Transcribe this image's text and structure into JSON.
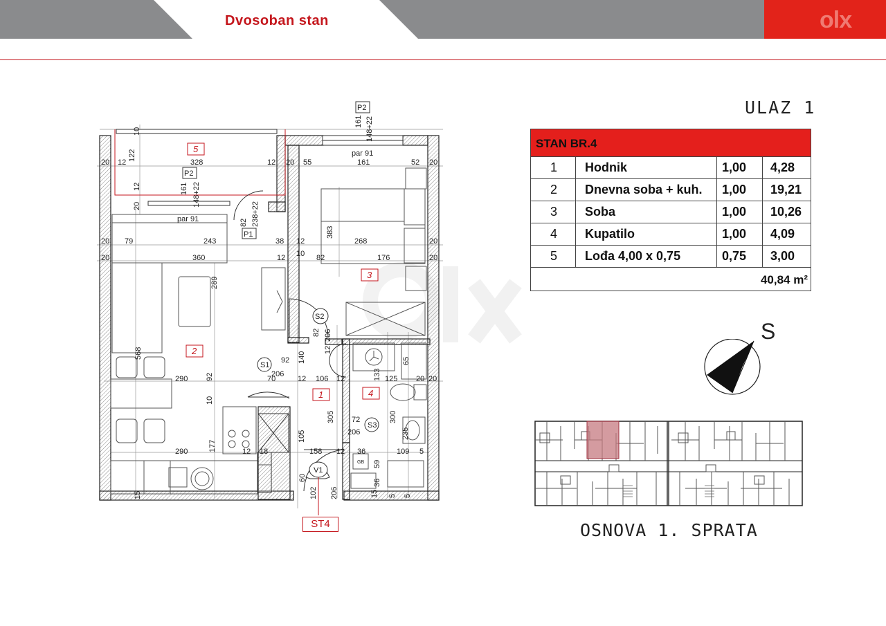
{
  "header": {
    "title": "Dvosoban stan",
    "logo": "olx",
    "colors": {
      "accent": "#e2231a",
      "bar": "#8a8b8d",
      "title": "#c4161c"
    }
  },
  "entrance": "ULAZ 1",
  "compass_label": "S",
  "floor_title": "OSNOVA 1. SPRATA",
  "stamp": "ST4",
  "table": {
    "heading": "STAN BR.4",
    "rows": [
      {
        "num": "1",
        "name": "Hodnik",
        "factor": "1,00",
        "area": "4,28"
      },
      {
        "num": "2",
        "name": "Dnevna soba + kuh.",
        "factor": "1,00",
        "area": "19,21"
      },
      {
        "num": "3",
        "name": "Soba",
        "factor": "1,00",
        "area": "10,26"
      },
      {
        "num": "4",
        "name": "Kupatilo",
        "factor": "1,00",
        "area": "4,09"
      },
      {
        "num": "5",
        "name": "Lođa 4,00 x 0,75",
        "factor": "0,75",
        "area": "3,00"
      }
    ],
    "total": "40,84 m²"
  },
  "plan": {
    "rooms": [
      "1",
      "2",
      "3",
      "4",
      "5"
    ],
    "tags": [
      "P1",
      "P2",
      "P2",
      "S1",
      "S2",
      "S3",
      "V1"
    ],
    "window_labels": [
      "par 91",
      "par 91"
    ],
    "dims": [
      "20",
      "12",
      "122",
      "328",
      "12",
      "20",
      "55",
      "161",
      "52",
      "20",
      "10",
      "161",
      "148+22",
      "161",
      "148+22",
      "12",
      "20",
      "82",
      "238+22",
      "20",
      "79",
      "243",
      "38",
      "12",
      "383",
      "268",
      "20",
      "20",
      "360",
      "12",
      "10",
      "82",
      "176",
      "20",
      "289",
      "82",
      "206",
      "12",
      "568",
      "92",
      "140",
      "206",
      "70",
      "12",
      "106",
      "12",
      "133",
      "125",
      "20",
      "20",
      "65",
      "290",
      "92",
      "10",
      "72",
      "206",
      "300",
      "235",
      "305",
      "105",
      "290",
      "177",
      "12",
      "18",
      "158",
      "12",
      "36",
      "59",
      "109",
      "5",
      "60",
      "102",
      "206",
      "36",
      "15",
      "5",
      "5",
      "15",
      "GB"
    ]
  }
}
